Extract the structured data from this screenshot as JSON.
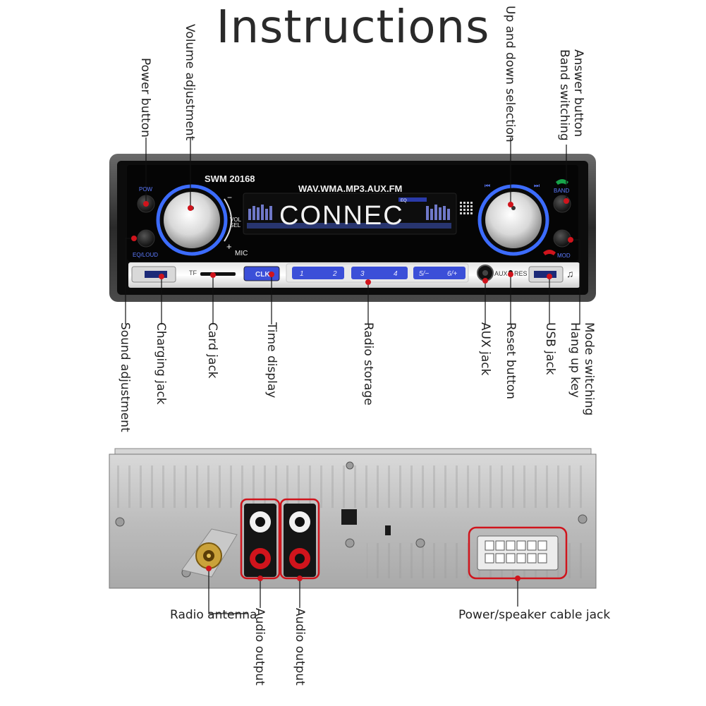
{
  "title": "Instructions",
  "device": {
    "model": "SWM 20168",
    "formats": "WAV.WMA.MP3.AUX.FM",
    "display_text": "CONNEC",
    "eq_badge": "EQ",
    "vol_minus": "−",
    "vol_label_1": "VOL",
    "vol_label_2": "SEL",
    "vol_plus": "+",
    "mic": "MIC",
    "pow": "POW",
    "eq_loud": "EQ/LOUD",
    "band": "BAND",
    "mod": "MOD",
    "tf": "TF",
    "clk": "CLK",
    "presets": [
      "1",
      "2",
      "3",
      "4",
      "5/−",
      "6/+"
    ],
    "aux": "AUX",
    "res": "RES",
    "music_note": "♫",
    "prev_symbol": "⏮",
    "next_symbol": "⏭"
  },
  "top_callouts": {
    "power_button": "Power button",
    "volume_adjustment": "Volume adjustment",
    "up_down_selection": "Up and down selection",
    "band_switching": "Band switching",
    "answer_button": "Answer button"
  },
  "bottom_callouts": {
    "sound_adjustment": "Sound adjustment",
    "charging_jack": "Charging jack",
    "card_jack": "Card jack",
    "time_display": "Time display",
    "radio_storage": "Radio storage",
    "aux_jack": "AUX jack",
    "reset_button": "Reset button",
    "usb_jack": "USB jack",
    "mode_switching": "Mode switching",
    "hang_up_key": "Hang up key"
  },
  "rear_callouts": {
    "radio_antenna": "Radio antenna",
    "audio_output_1": "Audio output",
    "audio_output_2": "Audio output",
    "power_speaker_jack": "Power/speaker cable jack"
  },
  "colors": {
    "callout_red": "#d0141c",
    "knob_ring": "#3c6cff",
    "display_white": "#f2f2f2",
    "button_blue": "#3b4fd8"
  }
}
